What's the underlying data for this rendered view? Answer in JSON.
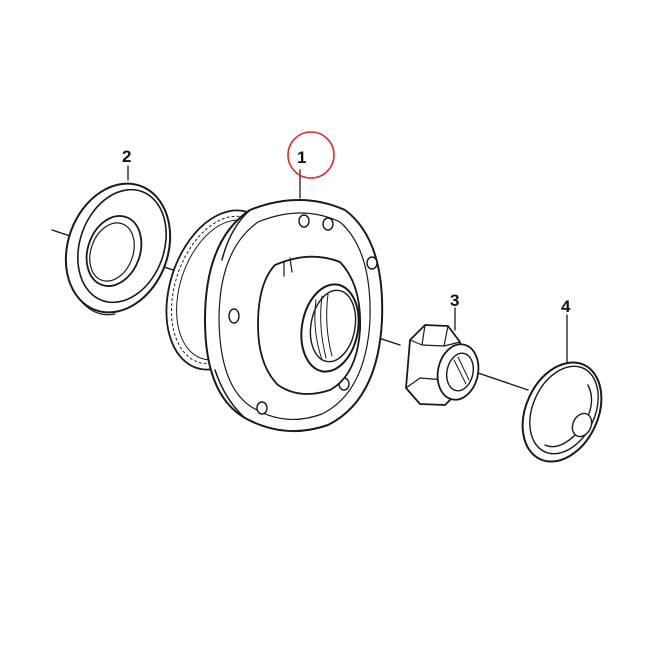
{
  "callouts": [
    {
      "number": "1",
      "highlighted": true
    },
    {
      "number": "2",
      "highlighted": false
    },
    {
      "number": "3",
      "highlighted": false
    },
    {
      "number": "4",
      "highlighted": false
    }
  ],
  "colors": {
    "line": "#1a1a1a",
    "highlight_circle": "#d9302c",
    "background": "#ffffff"
  }
}
